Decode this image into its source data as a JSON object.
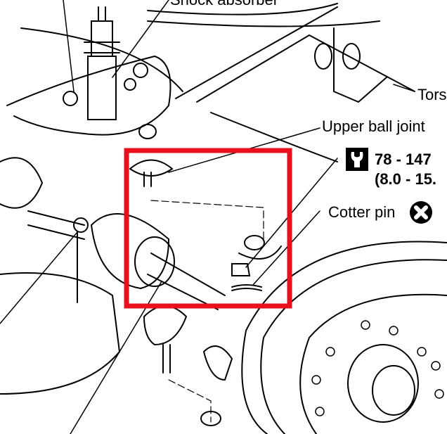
{
  "labels": {
    "shock_absorber": "Shock absorber",
    "torsion": "Tors",
    "upper_ball_joint": "Upper ball joint",
    "torque_nm": "78 - 147",
    "torque_kgm": "(8.0 - 15.",
    "cotter_pin": "Cotter pin"
  },
  "icons": [
    "wrench-torque-icon",
    "do-not-reuse-x-icon"
  ],
  "colors": {
    "highlight": "#e8101c",
    "line": "#000000"
  }
}
